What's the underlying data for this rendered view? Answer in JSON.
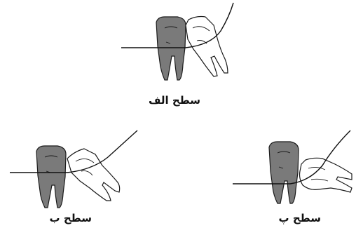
{
  "captions": {
    "alef": "سطح الف",
    "be": "سطح ب",
    "pe": "سطح پ"
  }
}
